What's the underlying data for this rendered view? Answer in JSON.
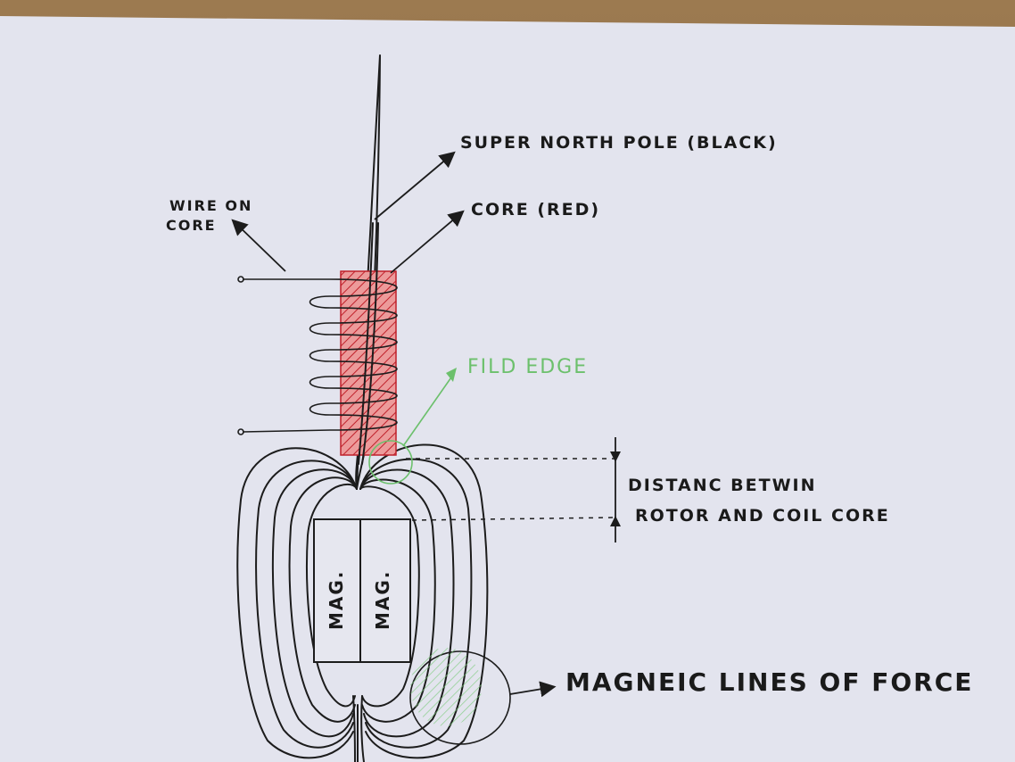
{
  "labels": {
    "wire_on_core_line1": "WIRE ON",
    "wire_on_core_line2": "CORE",
    "super_north_pole": "SUPER NORTH POLE (BLACK)",
    "core_red": "CORE (RED)",
    "field_edge": "FILD EDGE",
    "distance_line1": "DISTANC BETWIN",
    "distance_line2": "ROTOR AND COIL CORE",
    "magnet_left": "MAG.",
    "magnet_right": "MAG.",
    "magnetic_lines": "MAGNEIC LINES OF FORCE"
  },
  "colors": {
    "core_fill": "#e88a8a",
    "core_hatch": "#c0202a",
    "ink": "#1c1c1c",
    "field_edge": "#6cc06c",
    "paper": "#e4e5ee"
  }
}
